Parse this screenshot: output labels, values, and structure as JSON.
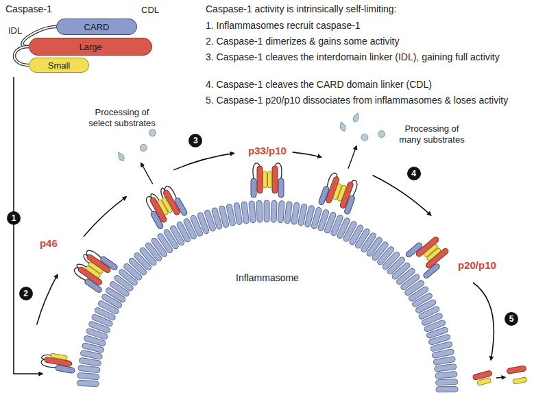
{
  "diagram": {
    "title": "Caspase-1 activity is intrinsically self-limiting:",
    "nodes": [
      {
        "text": [
          "CARD"
        ]
      },
      {
        "text": [
          "Large"
        ]
      },
      {
        "text": [
          "Small"
        ]
      }
    ],
    "edges": [
      {
        "from": 0,
        "to": 1,
        "label": "CDL",
        "arrow": "none"
      },
      {
        "from": 1,
        "to": 2,
        "label": "IDL",
        "arrow": "none"
      }
    ],
    "labels": [
      "Caspase-1",
      "1. Inflammasomes recruit caspase-1",
      "2. Caspase-1 dimerizes & gains some activity",
      "3. Caspase-1 cleaves the interdomain linker (IDL), gaining full activity",
      "4. Caspase-1 cleaves the CARD domain linker (CDL)",
      "5. Caspase-1 p20/p10 dissociates from inflammasomes & loses activity",
      "Processing of select substrates",
      "p46",
      "p33/p10",
      "Processing of many substrates",
      "p20/p10",
      "Inflammasome",
      "1",
      "2",
      "3",
      "4",
      "5"
    ]
  }
}
